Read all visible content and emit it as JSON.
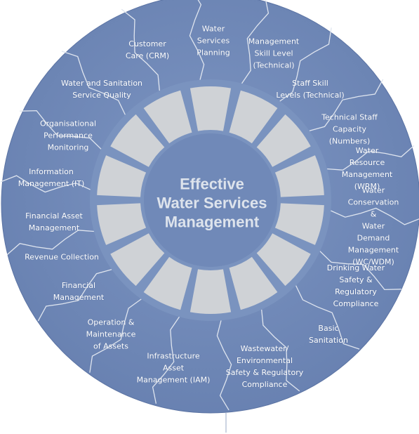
{
  "center": {
    "title": "Effective\nWater Services\nManagement"
  },
  "segments": [
    {
      "id": "water-services-planning",
      "label": "Water\nServices\nPlanning"
    },
    {
      "id": "management-skill-level",
      "label": "Management\nSkill Level\n(Technical)"
    },
    {
      "id": "staff-skill-levels",
      "label": "Staff Skill\nLevels (Technical)"
    },
    {
      "id": "technical-staff-capacity",
      "label": "Technical Staff\nCapacity (Numbers)"
    },
    {
      "id": "water-resource-management",
      "label": "Water Resource\nManagement (WRM)"
    },
    {
      "id": "water-conservation",
      "label": "Water Conservation &\nWater Demand\nManagement\n(WC/WDM)"
    },
    {
      "id": "drinking-water-safety",
      "label": "Drinking Water\nSafety & Regulatory\nCompliance"
    },
    {
      "id": "basic-sanitation",
      "label": "Basic\nSanitation"
    },
    {
      "id": "wastewater-safety",
      "label": "Wastewater/\nEnvironmental\nSafety & Regulatory\nCompliance"
    },
    {
      "id": "infrastructure-asset-management",
      "label": "Infrastructure\nAsset\nManagement (IAM)"
    },
    {
      "id": "operation-maintenance",
      "label": "Operation &\nMaintenance\nof Assets"
    },
    {
      "id": "financial-management",
      "label": "Financial\nManagement"
    },
    {
      "id": "revenue-collection",
      "label": "Revenue Collection"
    },
    {
      "id": "financial-asset-management",
      "label": "Financial Asset\nManagement"
    },
    {
      "id": "information-management",
      "label": "Information\nManagement (IT)"
    },
    {
      "id": "organisational-performance",
      "label": "Organisational\nPerformance\nMonitoring"
    },
    {
      "id": "service-quality",
      "label": "Water and Sanitation\nService Quality"
    },
    {
      "id": "customer-care",
      "label": "Customer\nCare (CRM)"
    }
  ],
  "colors": {
    "outer_ring": "#7089b8",
    "outer_ring_edge": "#5f78a8",
    "divider": "#dfe5ef",
    "inner_tile": "#cfd2d6",
    "inner_ring": "#7a93bf",
    "center_fill": "#7089b8"
  }
}
